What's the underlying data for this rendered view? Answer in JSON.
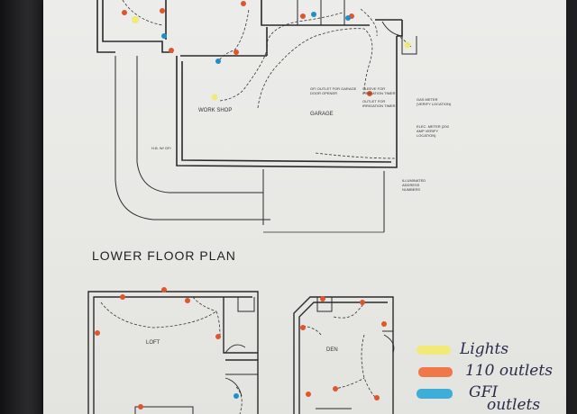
{
  "plan": {
    "lower_floor_title": "LOWER FLOOR PLAN",
    "rooms": {
      "workshop": "WORK SHOP",
      "garage": "GARAGE",
      "loft": "LOFT",
      "den": "DEN"
    },
    "notes": {
      "garage_door": "GFI OUTLET FOR GARAGE DOOR OPENER",
      "sleeve_1": "SLEEVE FOR IRRIGATION TIMER",
      "outlet_irrigation": "OUTLET FOR IRRIGATION TIMER",
      "gas_meter": "GAS METER (VERIFY LOCATION)",
      "elec_meter": "ELEC. METER (200 AMP VERIFY LOCATION)",
      "illuminated_address": "ILLUMINATED ADDRESS NUMBERS",
      "hose_bib": "H.B. W/ GFI"
    }
  },
  "legend": {
    "items": [
      {
        "label": "Lights",
        "color": "#f2ea6a"
      },
      {
        "label": "110 outlets",
        "color": "#ef6a3a"
      },
      {
        "label": "GFI",
        "color": "#2aa6d8"
      },
      {
        "label": "outlets",
        "color": "#2aa6d8"
      }
    ]
  },
  "colors": {
    "paper": "#ebebe8",
    "ink": "#2a2a2a",
    "yellow_marker": "#f2ea6a",
    "orange_marker": "#e0552d",
    "blue_marker": "#1e8fc9"
  }
}
